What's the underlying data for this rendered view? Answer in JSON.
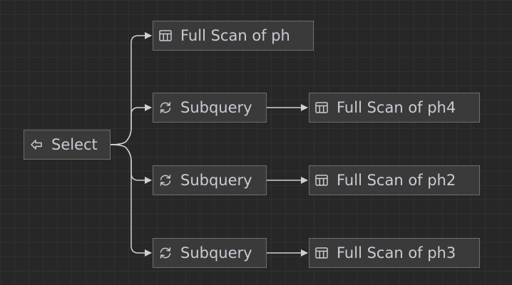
{
  "diagram": {
    "nodes": {
      "select": {
        "label": "Select",
        "icon": "arrow-left-icon"
      },
      "scan_ph": {
        "label": "Full Scan of ph",
        "icon": "table-icon"
      },
      "subquery_1": {
        "label": "Subquery",
        "icon": "refresh-icon"
      },
      "subquery_2": {
        "label": "Subquery",
        "icon": "refresh-icon"
      },
      "subquery_3": {
        "label": "Subquery",
        "icon": "refresh-icon"
      },
      "scan_ph4": {
        "label": "Full Scan of ph4",
        "icon": "table-icon"
      },
      "scan_ph2": {
        "label": "Full Scan of ph2",
        "icon": "table-icon"
      },
      "scan_ph3": {
        "label": "Full Scan of ph3",
        "icon": "table-icon"
      }
    },
    "edges": [
      {
        "from": "select",
        "to": "scan_ph"
      },
      {
        "from": "select",
        "to": "subquery_1"
      },
      {
        "from": "select",
        "to": "subquery_2"
      },
      {
        "from": "select",
        "to": "subquery_3"
      },
      {
        "from": "subquery_1",
        "to": "scan_ph4"
      },
      {
        "from": "subquery_2",
        "to": "scan_ph2"
      },
      {
        "from": "subquery_3",
        "to": "scan_ph3"
      }
    ],
    "colors": {
      "background": "#272727",
      "node_fill": "#3a3a3a",
      "node_border": "#6e6e6e",
      "text": "#c8ccd4",
      "edge": "#d0d0d0"
    }
  }
}
